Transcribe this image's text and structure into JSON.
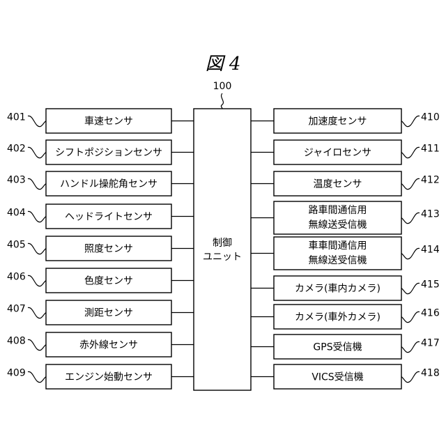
{
  "figure": {
    "title": "図 4"
  },
  "control_unit": {
    "ref": "100",
    "label_lines": [
      "制御",
      "ユニット"
    ]
  },
  "left_blocks": [
    {
      "ref": "401",
      "lines": [
        "車速センサ"
      ]
    },
    {
      "ref": "402",
      "lines": [
        "シフトポジションセンサ"
      ]
    },
    {
      "ref": "403",
      "lines": [
        "ハンドル操舵角センサ"
      ]
    },
    {
      "ref": "404",
      "lines": [
        "ヘッドライトセンサ"
      ]
    },
    {
      "ref": "405",
      "lines": [
        "照度センサ"
      ]
    },
    {
      "ref": "406",
      "lines": [
        "色度センサ"
      ]
    },
    {
      "ref": "407",
      "lines": [
        "測距センサ"
      ]
    },
    {
      "ref": "408",
      "lines": [
        "赤外線センサ"
      ]
    },
    {
      "ref": "409",
      "lines": [
        "エンジン始動センサ"
      ]
    }
  ],
  "right_blocks": [
    {
      "ref": "410",
      "lines": [
        "加速度センサ"
      ]
    },
    {
      "ref": "411",
      "lines": [
        "ジャイロセンサ"
      ]
    },
    {
      "ref": "412",
      "lines": [
        "温度センサ"
      ]
    },
    {
      "ref": "413",
      "lines": [
        "路車間通信用",
        "無線送受信機"
      ]
    },
    {
      "ref": "414",
      "lines": [
        "車車間通信用",
        "無線送受信機"
      ]
    },
    {
      "ref": "415",
      "lines": [
        "カメラ(車内カメラ)"
      ]
    },
    {
      "ref": "416",
      "lines": [
        "カメラ(車外カメラ)"
      ]
    },
    {
      "ref": "417",
      "lines": [
        "GPS受信機"
      ]
    },
    {
      "ref": "418",
      "lines": [
        "VICS受信機"
      ]
    }
  ]
}
